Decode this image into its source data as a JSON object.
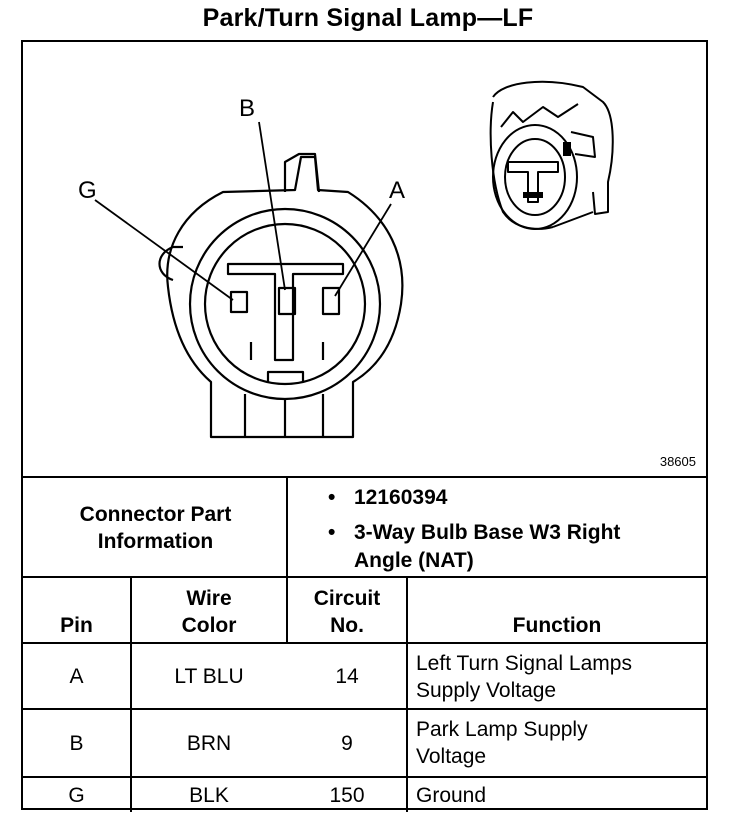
{
  "title": "Park/Turn Signal Lamp—LF",
  "figure_number": "38605",
  "diagram_labels": {
    "pin_a": "A",
    "pin_b": "B",
    "pin_g": "G"
  },
  "connector_info": {
    "header_line1": "Connector Part",
    "header_line2": "Information",
    "items": [
      {
        "bullet": "•",
        "line1": "12160394",
        "line2": ""
      },
      {
        "bullet": "•",
        "line1": "3-Way Bulb Base W3 Right",
        "line2": "Angle (NAT)"
      }
    ]
  },
  "table": {
    "headers": {
      "pin": "Pin",
      "wire_color_1": "Wire",
      "wire_color_2": "Color",
      "circuit_1": "Circuit",
      "circuit_2": "No.",
      "function": "Function"
    },
    "rows": [
      {
        "pin": "A",
        "wire_color": "LT BLU",
        "circuit": "14",
        "function_1": "Left Turn Signal Lamps",
        "function_2": "Supply Voltage"
      },
      {
        "pin": "B",
        "wire_color": "BRN",
        "circuit": "9",
        "function_1": "Park Lamp Supply",
        "function_2": "Voltage"
      },
      {
        "pin": "G",
        "wire_color": "BLK",
        "circuit": "150",
        "function_1": "Ground",
        "function_2": ""
      }
    ]
  }
}
